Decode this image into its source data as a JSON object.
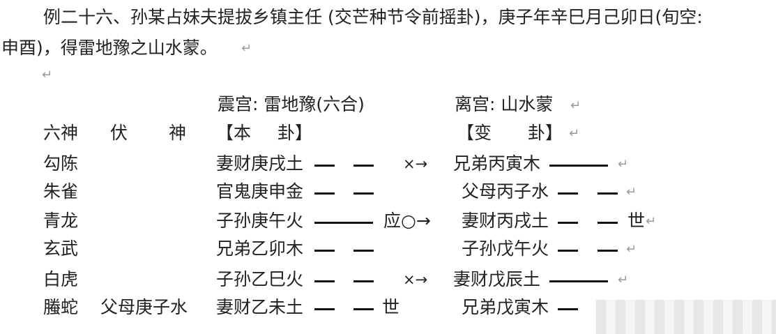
{
  "intro_line1": "例二十六、孙某占妹夫提拔乡镇主任 (交芒种节令前摇卦)，庚子年辛巳月己卯日(旬空:",
  "intro_line2": "申酉)，得雷地豫之山水蒙。",
  "header": {
    "main_title": "震宫:  雷地豫(六合)",
    "changed_title": "离宫:  山水蒙"
  },
  "columns": {
    "six_spirits": "六神",
    "hidden_1": "伏",
    "hidden_2": "神",
    "main_open": "【本",
    "main_close": "卦】",
    "changed_open": "【变",
    "changed_close": "卦】"
  },
  "rows": [
    {
      "spirit": "勾陈",
      "hidden": "",
      "main": "妻财庚戌土",
      "mark": "×→",
      "changed": "兄弟丙寅木",
      "suffix": ""
    },
    {
      "spirit": "朱雀",
      "hidden": "",
      "main": "官鬼庚申金",
      "mark": "",
      "changed": "父母丙子水",
      "suffix": ""
    },
    {
      "spirit": "青龙",
      "hidden": "",
      "main": "子孙庚午火",
      "mark": "应○→",
      "changed": "妻财丙戌土",
      "suffix": "世"
    },
    {
      "spirit": "玄武",
      "hidden": "",
      "main": "兄弟乙卯木",
      "mark": "",
      "changed": "子孙戊午火",
      "suffix": ""
    },
    {
      "spirit": "白虎",
      "hidden": "",
      "main": "子孙乙巳火",
      "mark": "×→",
      "changed": "妻财戊辰土",
      "suffix": ""
    },
    {
      "spirit": "螣蛇",
      "hidden": "父母庚子水",
      "main": "妻财乙未土",
      "mark": "世",
      "changed": "兄弟戊寅木",
      "suffix": ""
    }
  ],
  "paragraph_mark": "↵"
}
